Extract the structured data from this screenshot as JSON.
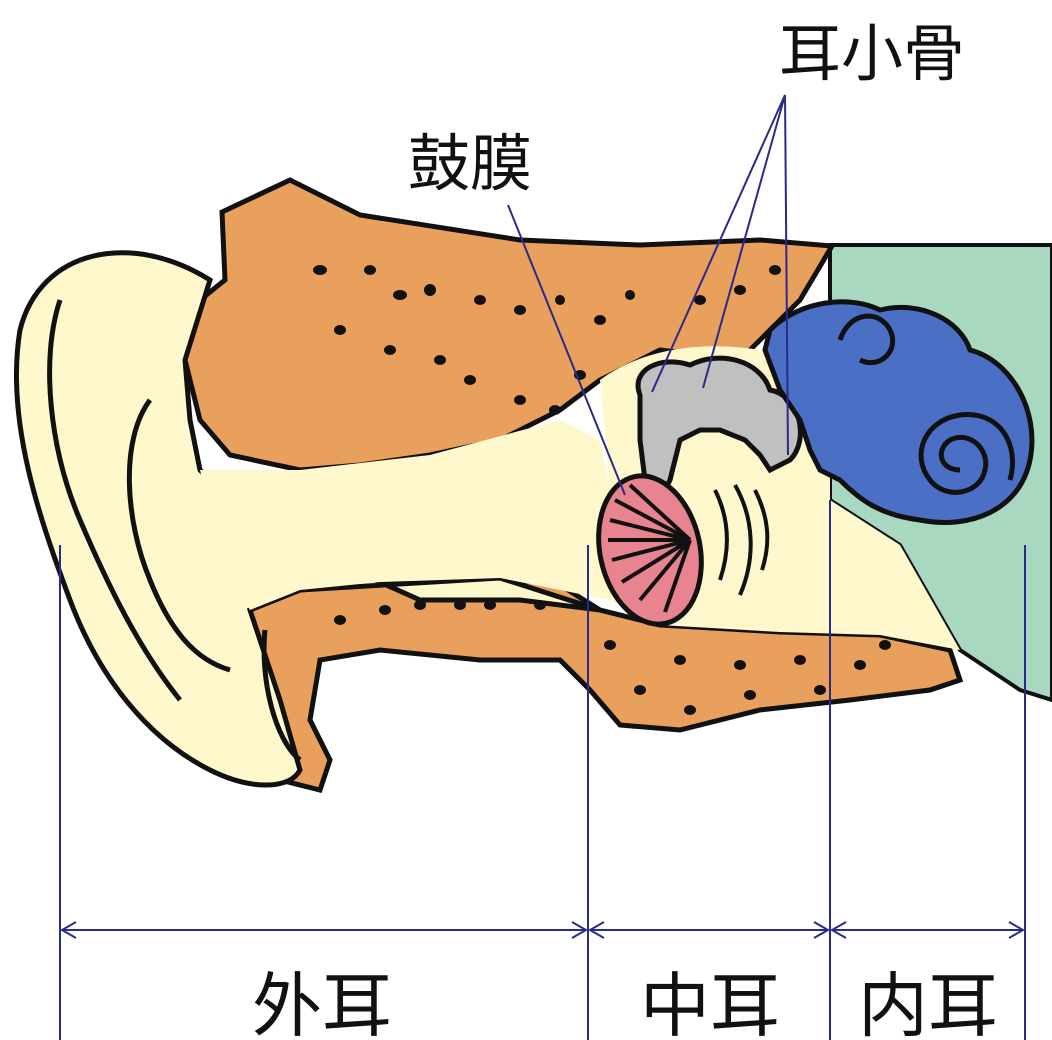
{
  "diagram": {
    "callouts": {
      "ossicles": "耳小骨",
      "eardrum": "鼓膜"
    },
    "regions": {
      "outer_ear": "外耳",
      "middle_ear": "中耳",
      "inner_ear": "内耳"
    },
    "colors": {
      "bone": "#E8A05C",
      "skin": "#FFF8CC",
      "inner_ear_bg": "#A8D8C0",
      "cochlea": "#4A6FC4",
      "ossicles": "#C0C0C0",
      "eardrum": "#E8848F",
      "line": "#2A2A8A",
      "outline": "#111111"
    }
  }
}
